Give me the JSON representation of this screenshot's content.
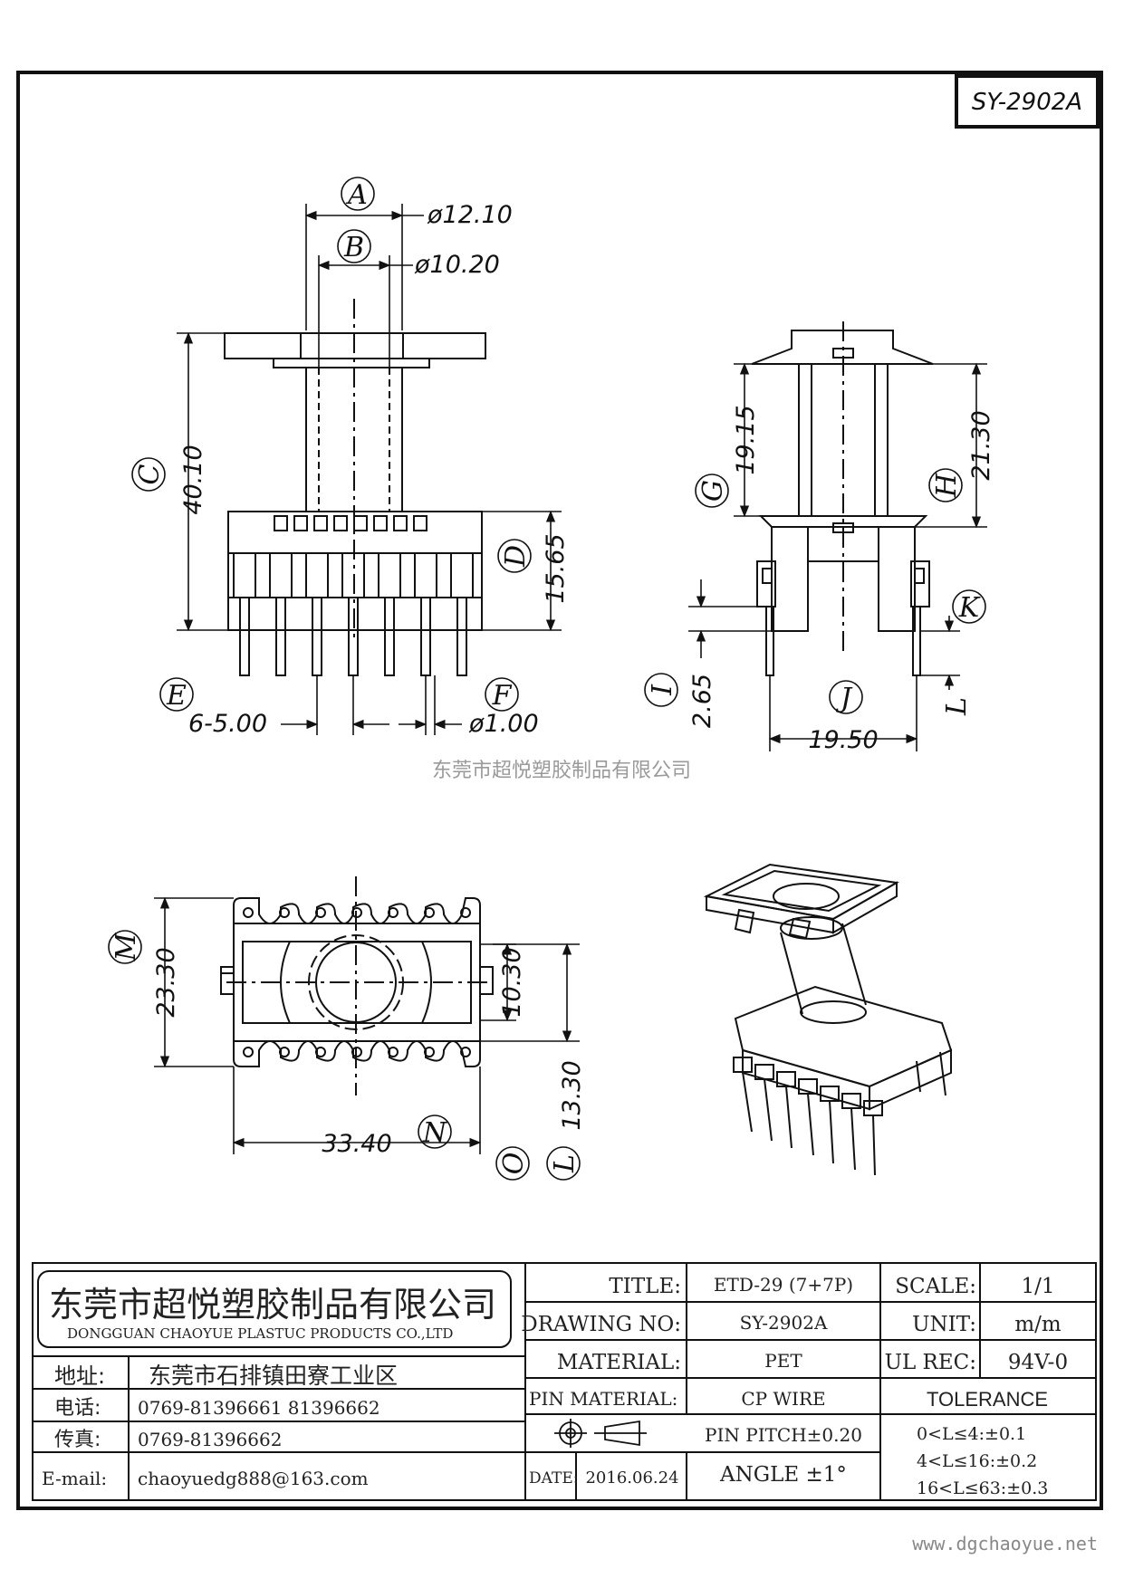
{
  "drawing": {
    "part_code": "SY-2902A",
    "watermark": "东莞市超悦塑胶制品有限公司",
    "website": "www.dgchaoyue.net"
  },
  "dimensions": {
    "A": "ø12.10",
    "B": "ø10.20",
    "C": "40.10",
    "D": "15.65",
    "E": "6-5.00",
    "F": "ø1.00",
    "G": "19.15",
    "H": "21.30",
    "I": "2.65",
    "J": "19.50",
    "M": "23.30",
    "N": "33.40",
    "O": "10.30",
    "L": "13.30"
  },
  "callouts": [
    "A",
    "B",
    "C",
    "D",
    "E",
    "F",
    "G",
    "H",
    "I",
    "J",
    "K",
    "L",
    "M",
    "N",
    "O",
    "L"
  ],
  "company": {
    "name_cn": "东莞市超悦塑胶制品有限公司",
    "name_en": "DONGGUAN CHAOYUE PLASTUC PRODUCTS CO.,LTD",
    "address_label": "地址:",
    "address": "东莞市石排镇田寮工业区",
    "phone_label": "电话:",
    "phone": "0769-81396661  81396662",
    "fax_label": "传真:",
    "fax": "0769-81396662",
    "email_label": "E-mail:",
    "email": "chaoyuedg888@163.com"
  },
  "title_block": {
    "title_label": "TITLE:",
    "title": "ETD-29 (7+7P)",
    "drawing_no_label": "DRAWING NO:",
    "drawing_no": "SY-2902A",
    "material_label": "MATERIAL:",
    "material": "PET",
    "pin_material_label": "PIN MATERIAL:",
    "pin_material": "CP WIRE",
    "pin_pitch": "PIN PITCH±0.20",
    "angle": "ANGLE  ±1°",
    "date_label": "DATE:",
    "date": "2016.06.24",
    "scale_label": "SCALE:",
    "scale": "1/1",
    "unit_label": "UNIT:",
    "unit": "m/m",
    "ul_label": "UL REC:",
    "ul": "94V-0",
    "tolerance_label": "TOLERANCE",
    "tolerances": [
      "0<L≤4:±0.1",
      "4<L≤16:±0.2",
      "16<L≤63:±0.3"
    ]
  }
}
